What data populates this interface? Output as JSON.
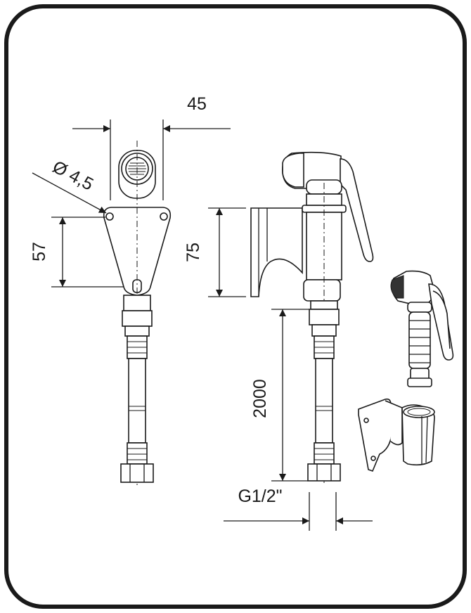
{
  "dimensions": {
    "width_mm": "45",
    "hole_diameter": "Ø 4,5",
    "bracket_height": "57",
    "holder_height": "75",
    "hose_length": "2000",
    "thread": "G1/2\""
  }
}
